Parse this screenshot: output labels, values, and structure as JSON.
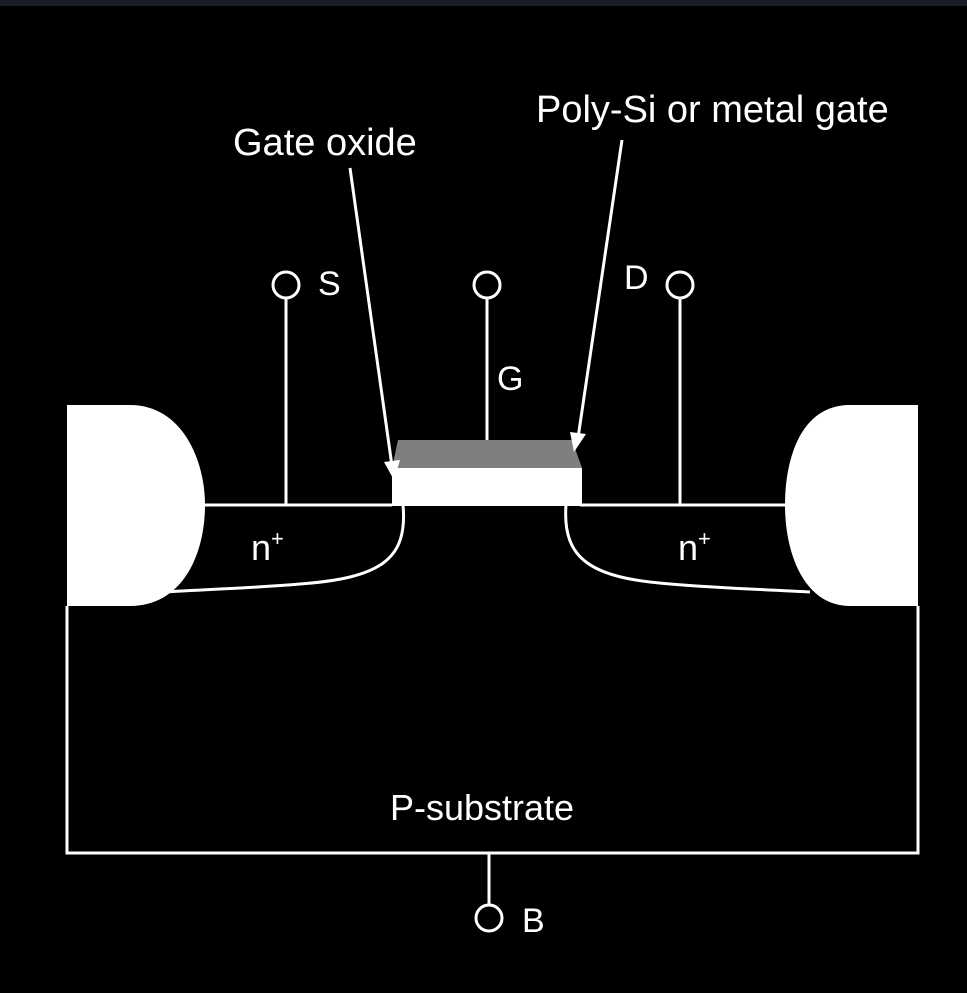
{
  "diagram": {
    "labels": {
      "poly_gate": "Poly-Si or metal gate",
      "gate_oxide": "Gate oxide",
      "source": "S",
      "gate": "G",
      "drain": "D",
      "n_plus_left_base": "n",
      "n_plus_left_sup": "+",
      "n_plus_right_base": "n",
      "n_plus_right_sup": "+",
      "substrate": "P-substrate",
      "body": "B"
    },
    "colors": {
      "background": "#000000",
      "line": "#ffffff",
      "oxide": "#ffffff",
      "gate": "#7f7f7f"
    }
  }
}
